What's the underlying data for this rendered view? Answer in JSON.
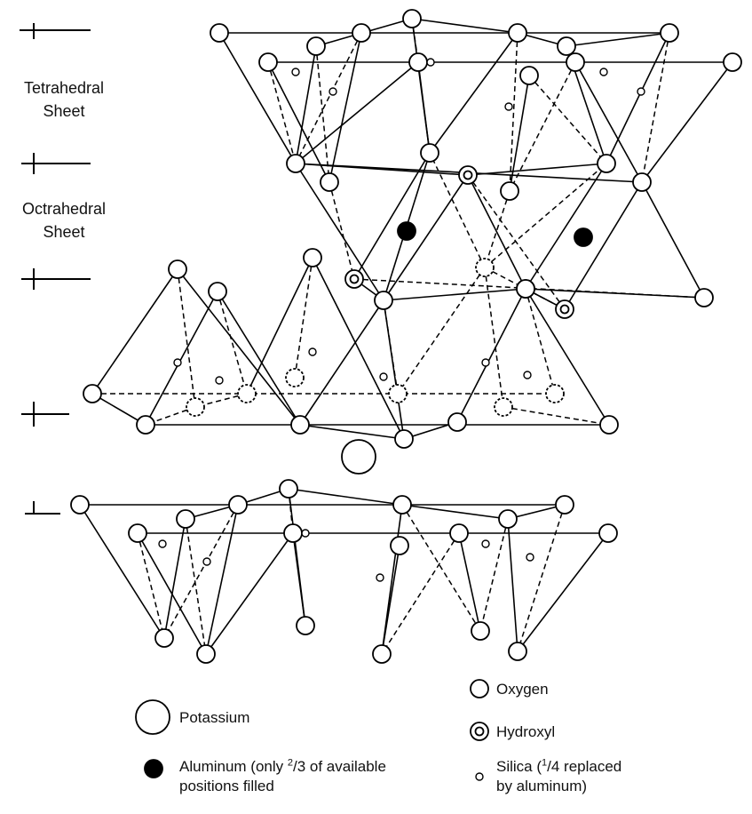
{
  "side_labels": {
    "tetrahedral": [
      "Tetrahedral",
      "Sheet"
    ],
    "octahedral": [
      "Octrahedral",
      "Sheet"
    ]
  },
  "legend": {
    "potassium": "Potassium",
    "aluminum": {
      "line1_before": "Aluminum (only ",
      "frac_num": "2",
      "frac_den": "/3",
      "line1_after": " of available",
      "line2": "positions filled"
    },
    "oxygen": "Oxygen",
    "hydroxyl": "Hydroxyl",
    "silica": {
      "line1_before": "Silica (",
      "frac_num": "1",
      "frac_den": "/4",
      "line1_after": " replaced",
      "line2": "by aluminum)"
    }
  },
  "atom_types": [
    "oxygen",
    "hydroxyl",
    "silica",
    "aluminum",
    "potassium"
  ],
  "colors": {
    "stroke": "#000000",
    "fill": "#ffffff",
    "ink": "#111111"
  }
}
